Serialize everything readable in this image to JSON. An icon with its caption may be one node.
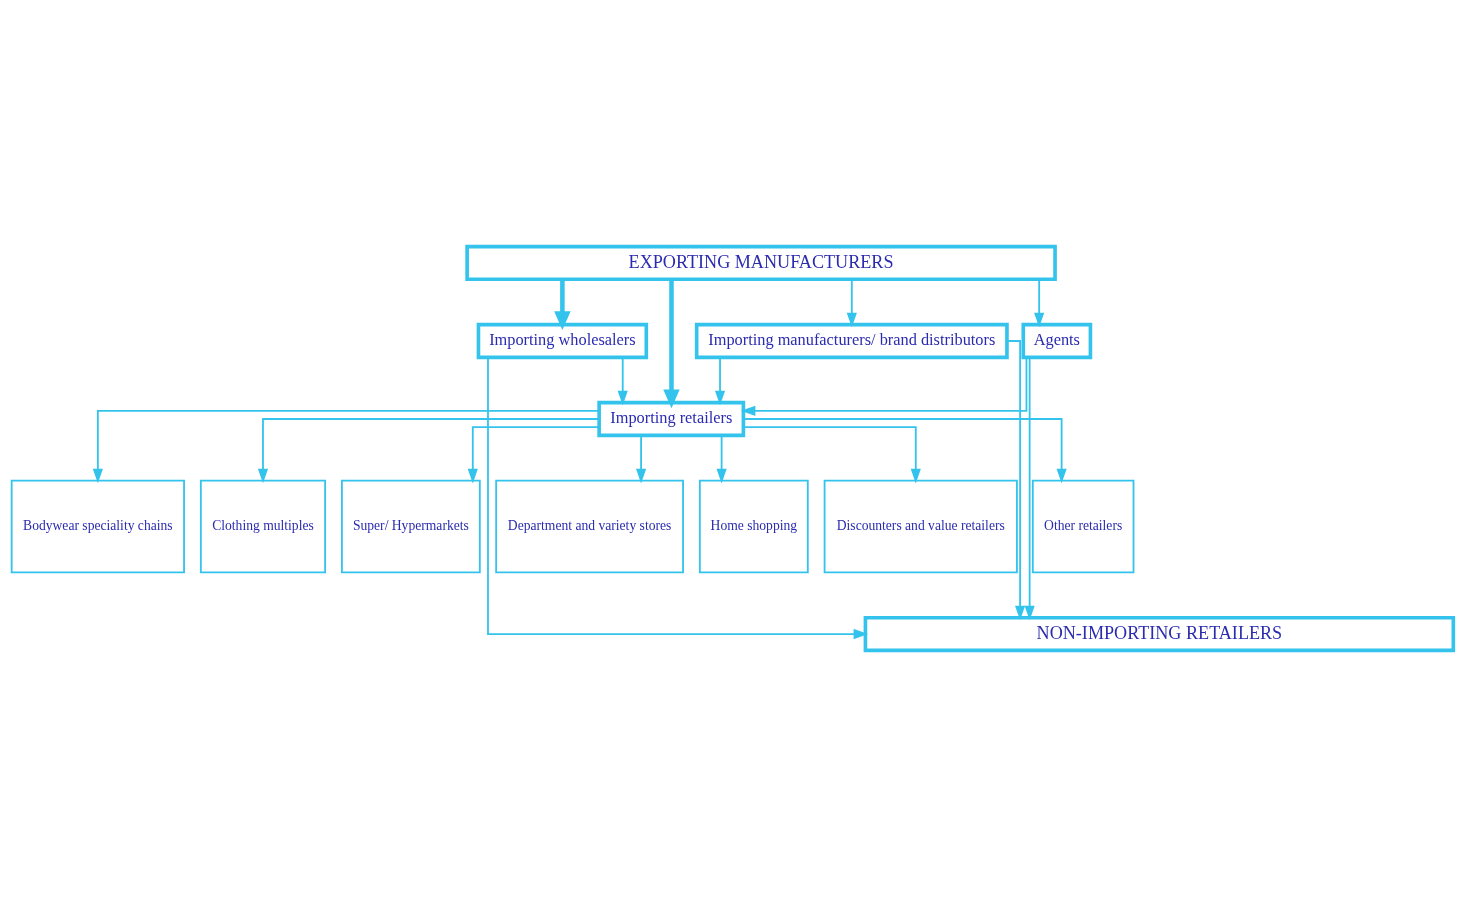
{
  "diagram": {
    "nodes": [
      {
        "text": [
          "EXPORTING MANUFACTURERS"
        ]
      },
      {
        "text": [
          "Importing wholesalers"
        ]
      },
      {
        "text": [
          "Importing manufacturers/ brand distributors"
        ]
      },
      {
        "text": [
          "Agents"
        ]
      },
      {
        "text": [
          "Importing retailers"
        ]
      },
      {
        "text": [
          "Bodywear speciality chains"
        ]
      },
      {
        "text": [
          "Clothing multiples"
        ]
      },
      {
        "text": [
          "Super/ Hypermarkets"
        ]
      },
      {
        "text": [
          "Department and variety stores"
        ]
      },
      {
        "text": [
          "Home shopping"
        ]
      },
      {
        "text": [
          "Discounters and value retailers"
        ]
      },
      {
        "text": [
          "Other retailers"
        ]
      },
      {
        "text": [
          "NON-IMPORTING RETAILERS"
        ]
      }
    ],
    "edges": [
      {
        "from": 0,
        "to": 1,
        "arrow": "to",
        "style": "thick"
      },
      {
        "from": 0,
        "to": 4,
        "arrow": "to",
        "style": "thick"
      },
      {
        "from": 0,
        "to": 2,
        "arrow": "to"
      },
      {
        "from": 0,
        "to": 3,
        "arrow": "to"
      },
      {
        "from": 1,
        "to": 12,
        "arrow": "to"
      },
      {
        "from": 1,
        "to": 4,
        "arrow": "to"
      },
      {
        "from": 2,
        "to": 4,
        "arrow": "to"
      },
      {
        "from": 3,
        "to": 4,
        "arrow": "to"
      },
      {
        "from": 2,
        "to": 12,
        "arrow": "to"
      },
      {
        "from": 3,
        "to": 12,
        "arrow": "to"
      },
      {
        "from": 4,
        "to": 5,
        "arrow": "to"
      },
      {
        "from": 4,
        "to": 6,
        "arrow": "to"
      },
      {
        "from": 4,
        "to": 7,
        "arrow": "to"
      },
      {
        "from": 4,
        "to": 8,
        "arrow": "to"
      },
      {
        "from": 4,
        "to": 9,
        "arrow": "to"
      },
      {
        "from": 4,
        "to": 10,
        "arrow": "to"
      },
      {
        "from": 4,
        "to": 11,
        "arrow": "to"
      }
    ]
  }
}
